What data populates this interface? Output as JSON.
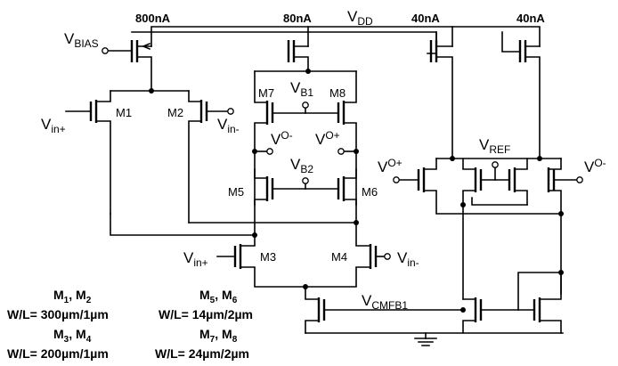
{
  "supply": {
    "vdd": {
      "main": "V",
      "sub": "DD"
    },
    "currents": [
      "800nA",
      "80nA",
      "40nA",
      "40nA"
    ]
  },
  "inputs": {
    "vbias": {
      "main": "V",
      "sub": "BIAS"
    },
    "vin_plus": {
      "main": "V",
      "sub": "in+"
    },
    "vin_minus": {
      "main": "V",
      "sub": "in-"
    },
    "vb1": {
      "main": "V",
      "sub": "B1"
    },
    "vb2": {
      "main": "V",
      "sub": "B2"
    },
    "vo_minus": {
      "main": "V",
      "sub": "O-"
    },
    "vo_plus": {
      "main": "V",
      "sub": "O+"
    },
    "vref": {
      "main": "V",
      "sub": "REF"
    },
    "vcmfb1": {
      "main": "V",
      "sub": "CMFB1"
    }
  },
  "transistors": [
    "M1",
    "M2",
    "M3",
    "M4",
    "M5",
    "M6",
    "M7",
    "M8"
  ],
  "sizing": {
    "m12_names": {
      "a": "M",
      "a_sub": "1",
      "sep": ", ",
      "b": "M",
      "b_sub": "2"
    },
    "m12_wl": "W/L= 300µm/1µm",
    "m34_names": {
      "a": "M",
      "a_sub": "3",
      "sep": ", ",
      "b": "M",
      "b_sub": "4"
    },
    "m34_wl": "W/L= 200µm/1µm",
    "m56_names": {
      "a": "M",
      "a_sub": "5",
      "sep": ", ",
      "b": "M",
      "b_sub": "6"
    },
    "m56_wl": "W/L= 14µm/2µm",
    "m78_names": {
      "a": "M",
      "a_sub": "7",
      "sep": ", ",
      "b": "M",
      "b_sub": "8"
    },
    "m78_wl": "W/L= 24µm/2µm"
  }
}
